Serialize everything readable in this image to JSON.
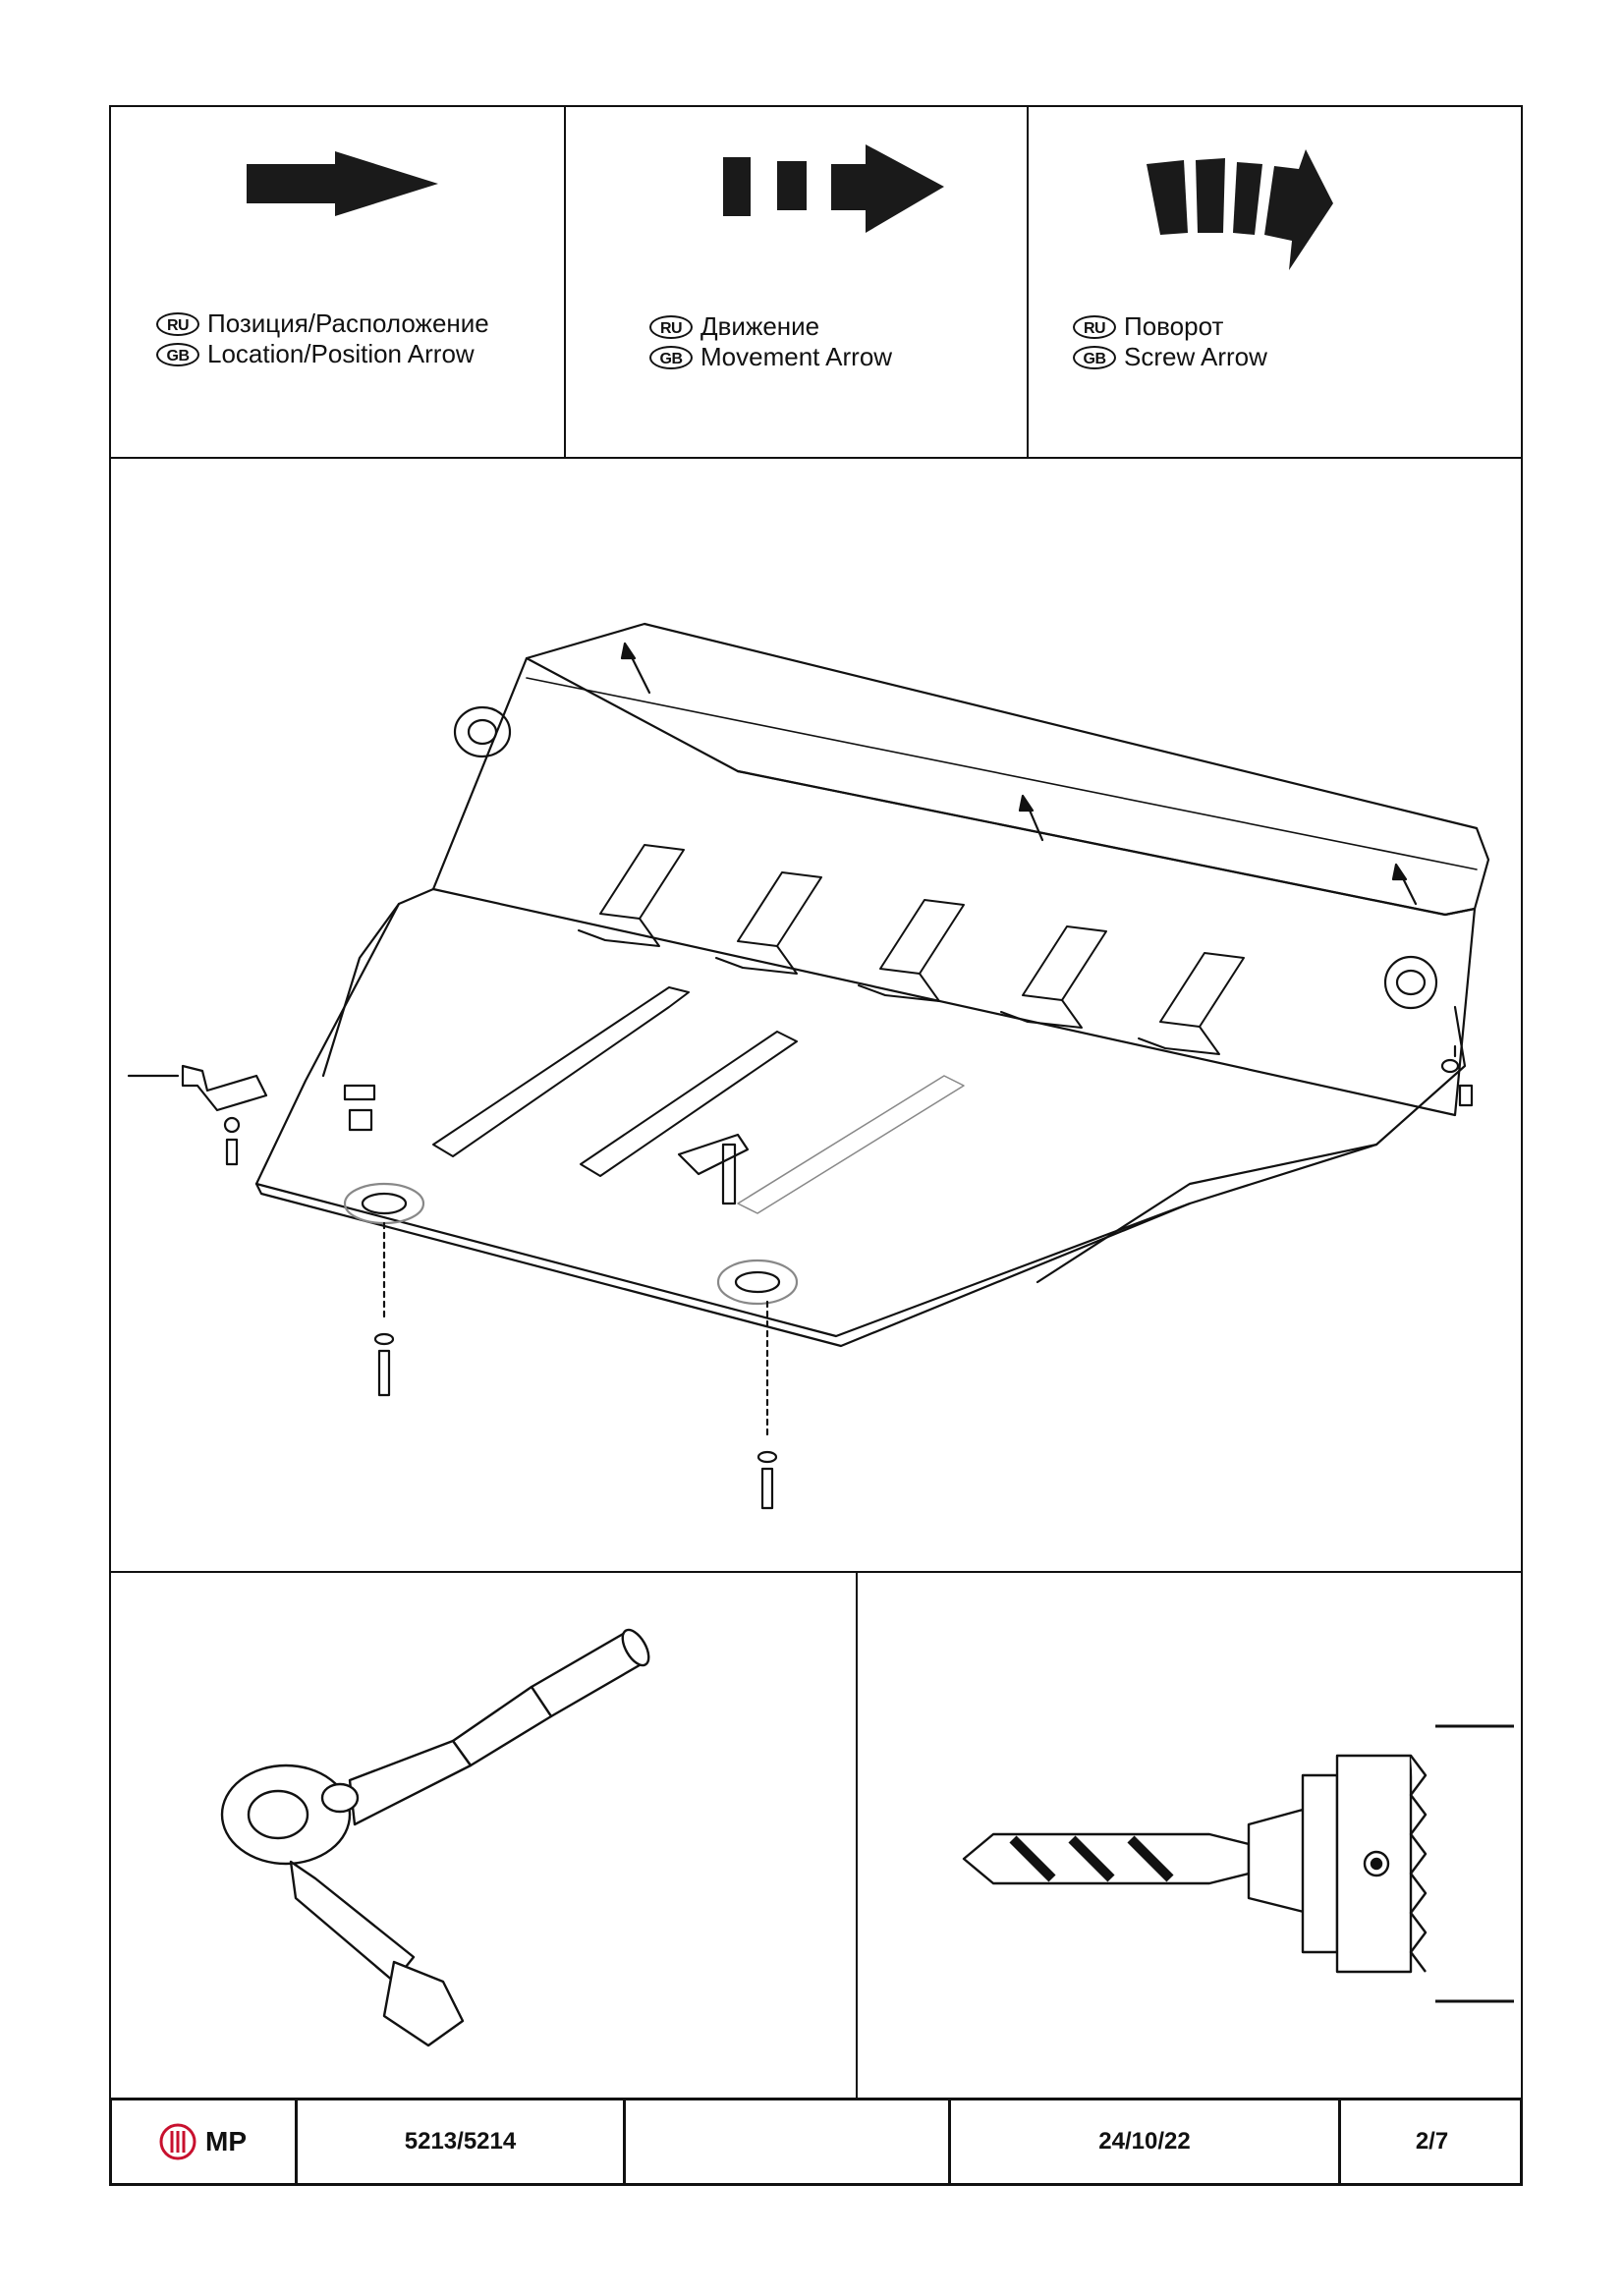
{
  "legend": [
    {
      "icon": "location-arrow-icon",
      "ru_badge": "RU",
      "gb_badge": "GB",
      "ru_text": "Позиция/Расположение",
      "gb_text": "Location/Position Arrow"
    },
    {
      "icon": "movement-arrow-icon",
      "ru_badge": "RU",
      "gb_badge": "GB",
      "ru_text": "Движение",
      "gb_text": "Movement Arrow"
    },
    {
      "icon": "screw-arrow-icon",
      "ru_badge": "RU",
      "gb_badge": "GB",
      "ru_text": "Поворот",
      "gb_text": "Screw Arrow"
    }
  ],
  "diagram": {
    "subject": "skid-plate-assembly-diagram",
    "tools": [
      "ratchet-wrench-icon",
      "drill-bit-chuck-icon"
    ]
  },
  "footer": {
    "logo_text": "MP",
    "part_number": "5213/5214",
    "blank": "",
    "date": "24/10/22",
    "page": "2/7"
  },
  "colors": {
    "line": "#111111",
    "accent": "#c8102e",
    "paper": "#ffffff"
  }
}
